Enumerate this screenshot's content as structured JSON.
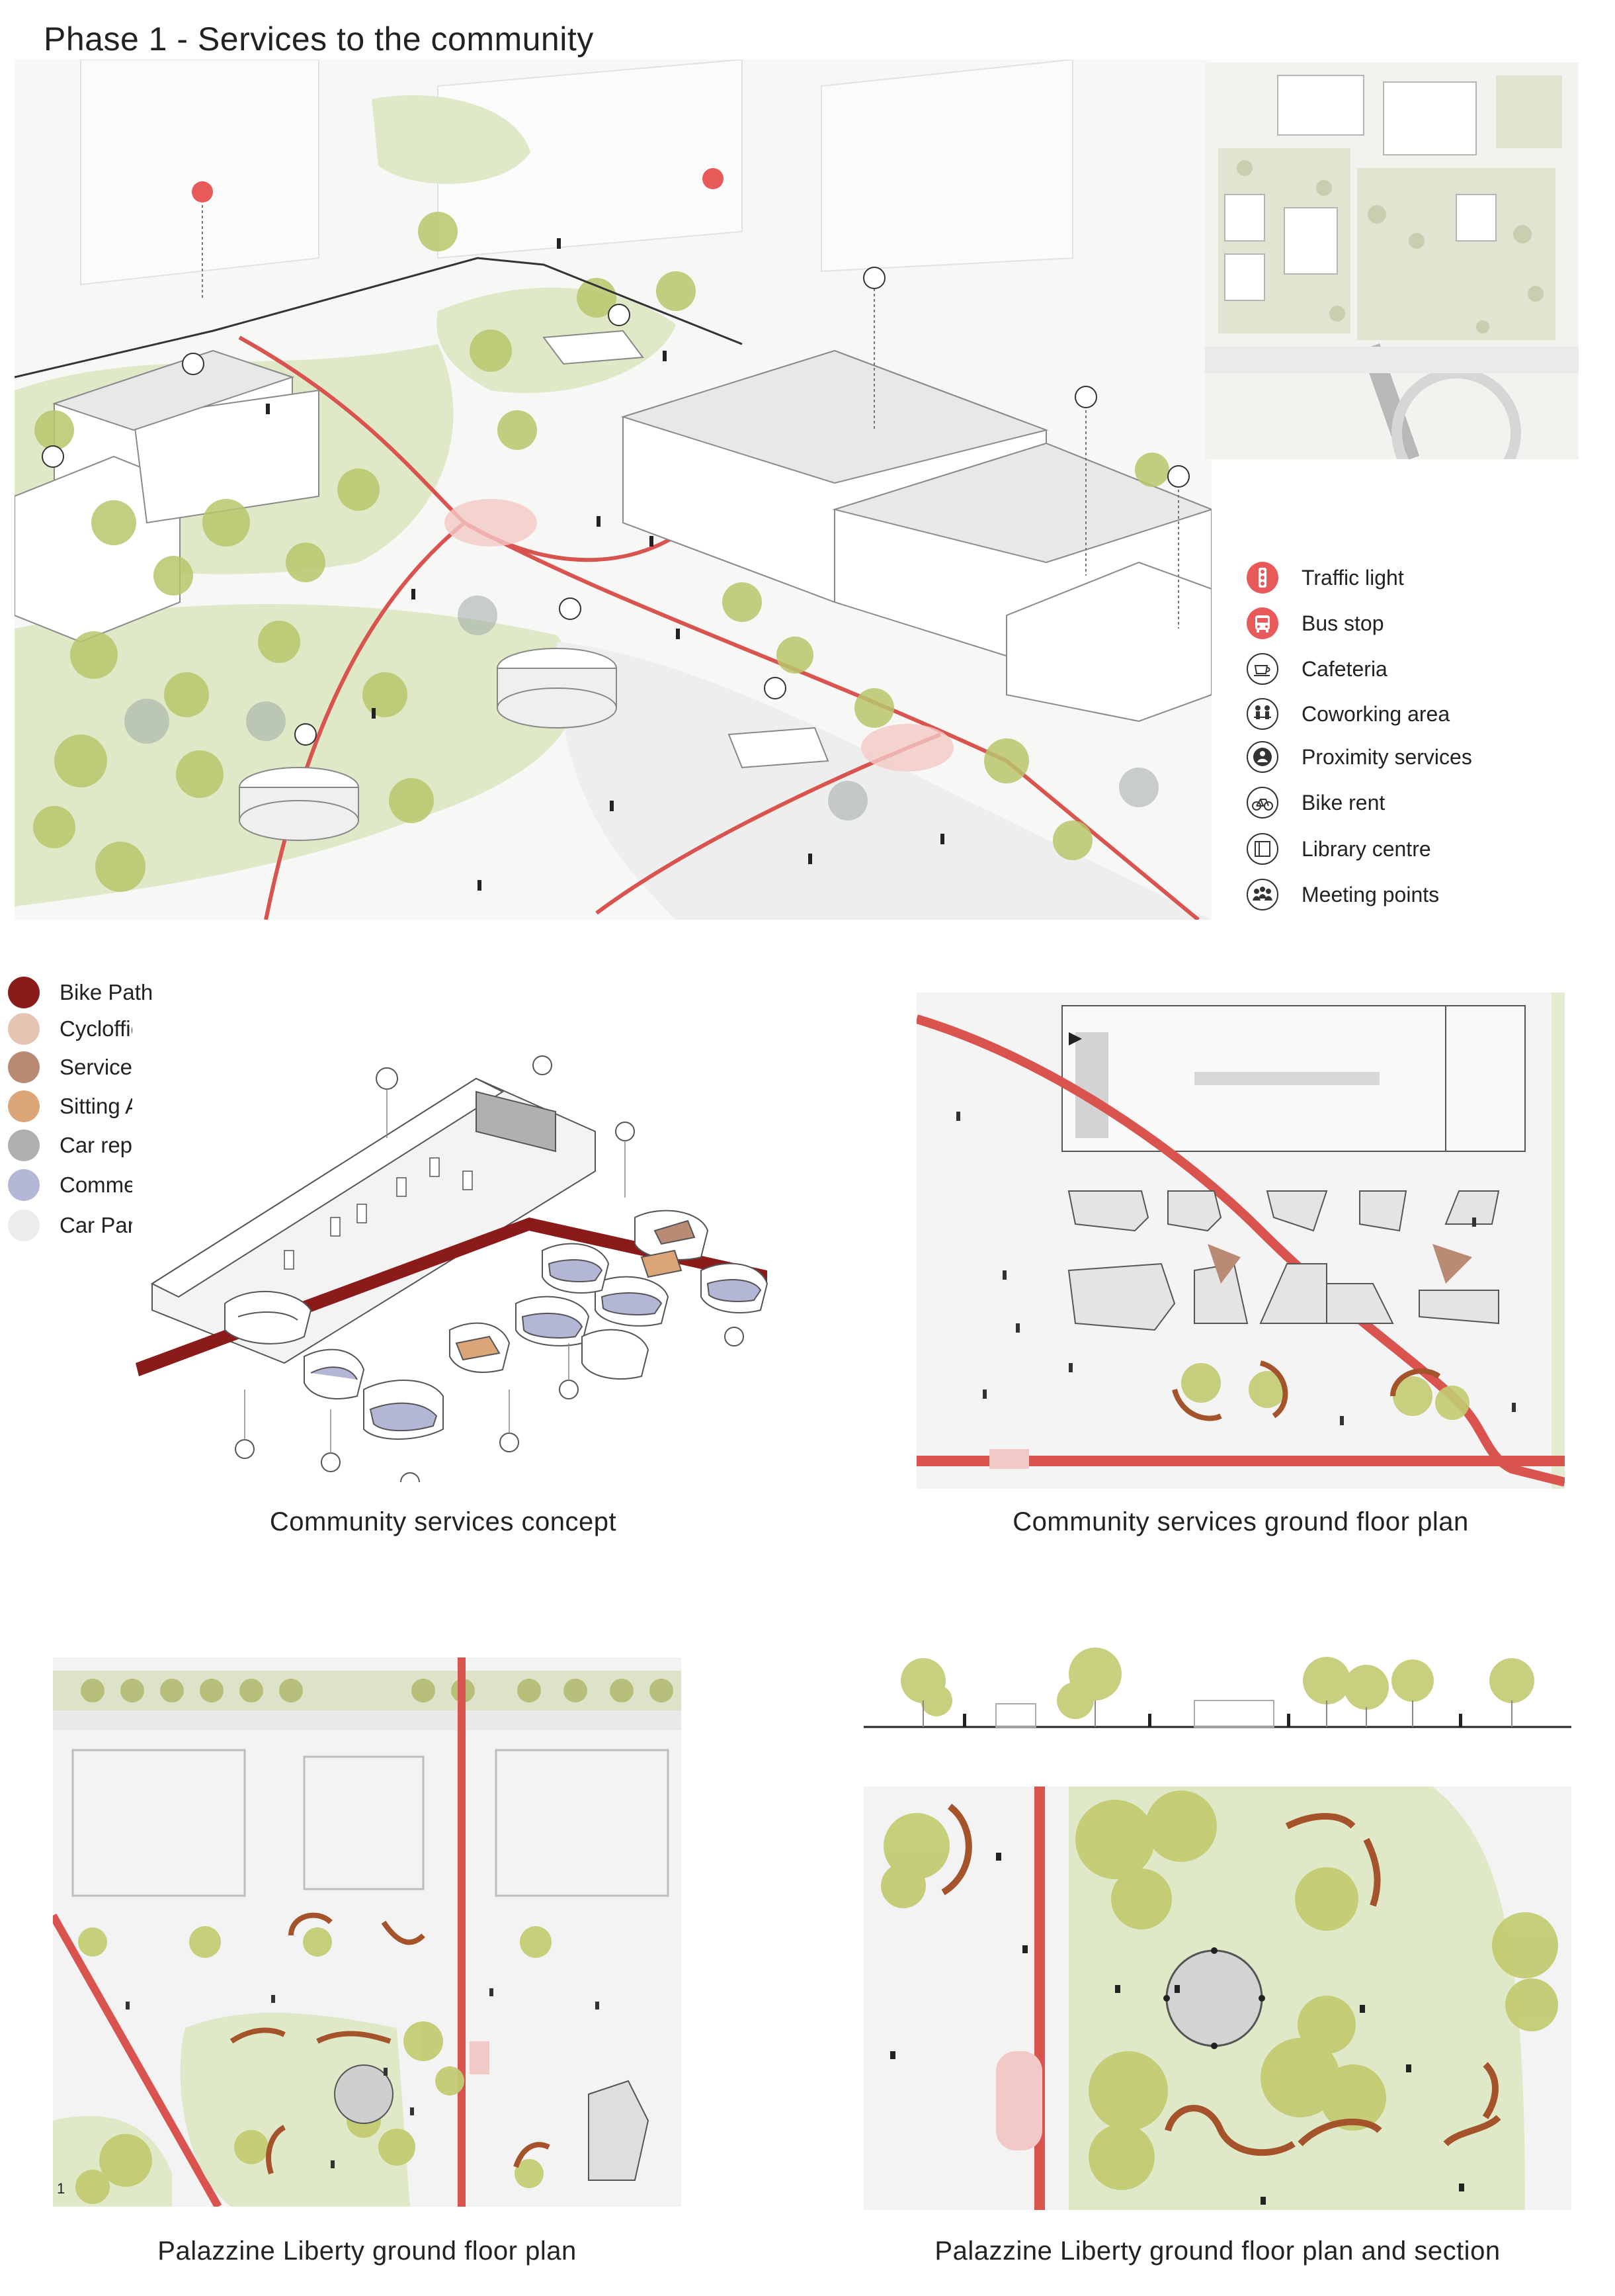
{
  "title": "Phase 1 - Services to the community",
  "legend_top": [
    {
      "label": "Traffic light",
      "icon": "traffic-light-icon",
      "color": "#e85a5a"
    },
    {
      "label": "Bus stop",
      "icon": "bus-icon",
      "color": "#e85a5a"
    },
    {
      "label": "Cafeteria",
      "icon": "coffee-cup-icon",
      "color": "#333333"
    },
    {
      "label": "Coworking area",
      "icon": "coworking-icon",
      "color": "#333333"
    },
    {
      "label": "Proximity services",
      "icon": "proximity-services-icon",
      "color": "#333333"
    },
    {
      "label": "Bike rent",
      "icon": "bike-icon",
      "color": "#333333"
    },
    {
      "label": "Library centre",
      "icon": "book-icon",
      "color": "#333333"
    },
    {
      "label": "Meeting points",
      "icon": "people-group-icon",
      "color": "#333333"
    }
  ],
  "legend_materials": [
    {
      "label": "Bike Path",
      "color": "#8b1a1a"
    },
    {
      "label": "Cyclofficine",
      "color": "#e5c4b4"
    },
    {
      "label": "Services",
      "color": "#b98a74"
    },
    {
      "label": "Sitting Areas",
      "color": "#dca577"
    },
    {
      "label": "Car repair/rental",
      "color": "#b0b0b0"
    },
    {
      "label": "Commercial",
      "color": "#b4b6d6"
    },
    {
      "label": "Car Parking",
      "color": "#ececec"
    }
  ],
  "captions": {
    "concept": "Community services concept",
    "ground_floor": "Community services ground floor plan",
    "liberty_plan": "Palazzine Liberty ground floor plan",
    "liberty_section": "Palazzine Liberty ground floor plan and section"
  },
  "page_number": "1",
  "colors": {
    "bike_path": "#d9534f",
    "green_area": "#dfe9c8",
    "tree": "#b9c66b"
  }
}
